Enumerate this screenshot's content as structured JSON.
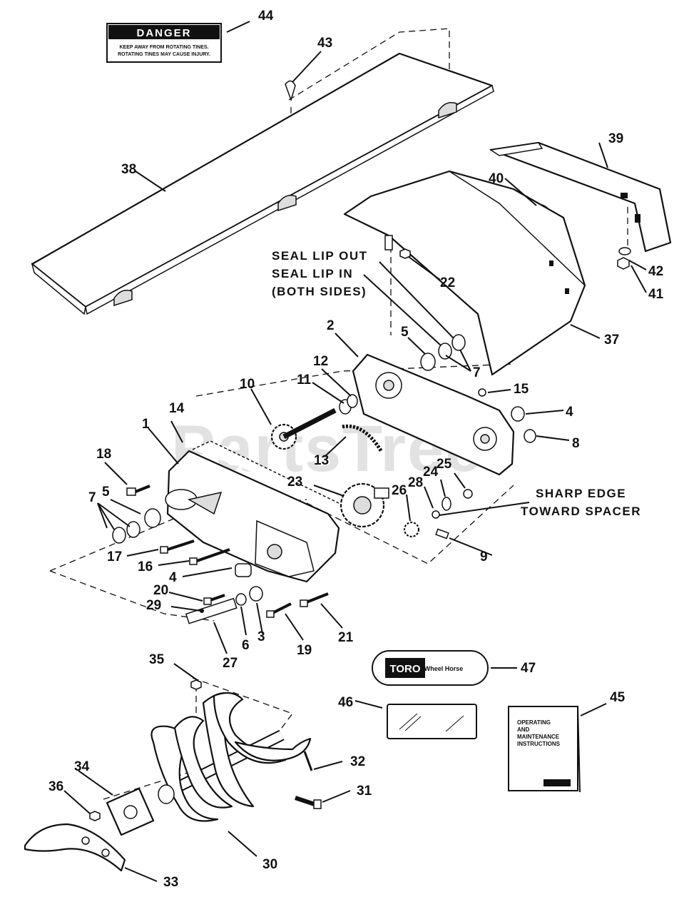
{
  "callouts": {
    "c1": "1",
    "c2": "2",
    "c3": "3",
    "c4a": "4",
    "c4b": "4",
    "c5a": "5",
    "c5b": "5",
    "c6": "6",
    "c7a": "7",
    "c7b": "7",
    "c8": "8",
    "c9": "9",
    "c10": "10",
    "c11": "11",
    "c12": "12",
    "c13": "13",
    "c14": "14",
    "c15": "15",
    "c16": "16",
    "c17": "17",
    "c18": "18",
    "c19": "19",
    "c20": "20",
    "c21": "21",
    "c22": "22",
    "c23": "23",
    "c24": "24",
    "c25": "25",
    "c26": "26",
    "c27": "27",
    "c28": "28",
    "c29": "29",
    "c30": "30",
    "c31": "31",
    "c32": "32",
    "c33": "33",
    "c34": "34",
    "c35": "35",
    "c36": "36",
    "c37": "37",
    "c38": "38",
    "c39": "39",
    "c40": "40",
    "c41": "41",
    "c42": "42",
    "c43": "43",
    "c44": "44",
    "c45": "45",
    "c46": "46",
    "c47": "47"
  },
  "notes": {
    "seal_out": "SEAL LIP OUT",
    "seal_in": "SEAL LIP IN",
    "both_sides": "(BOTH SIDES)",
    "sharp_edge": "SHARP EDGE",
    "toward_spacer": "TOWARD SPACER"
  },
  "danger_decal": {
    "heading": "DANGER",
    "line1": "KEEP AWAY FROM ROTATING TINES.",
    "line2": "ROTATING TINES MAY CAUSE INJURY."
  },
  "logo_decal": {
    "brand": "TORO",
    "model": "Wheel Horse"
  },
  "manual": {
    "line1": "OPERATING",
    "line2": "AND",
    "line3": "MAINTENANCE",
    "line4": "INSTRUCTIONS"
  },
  "watermark": "PartsTree"
}
